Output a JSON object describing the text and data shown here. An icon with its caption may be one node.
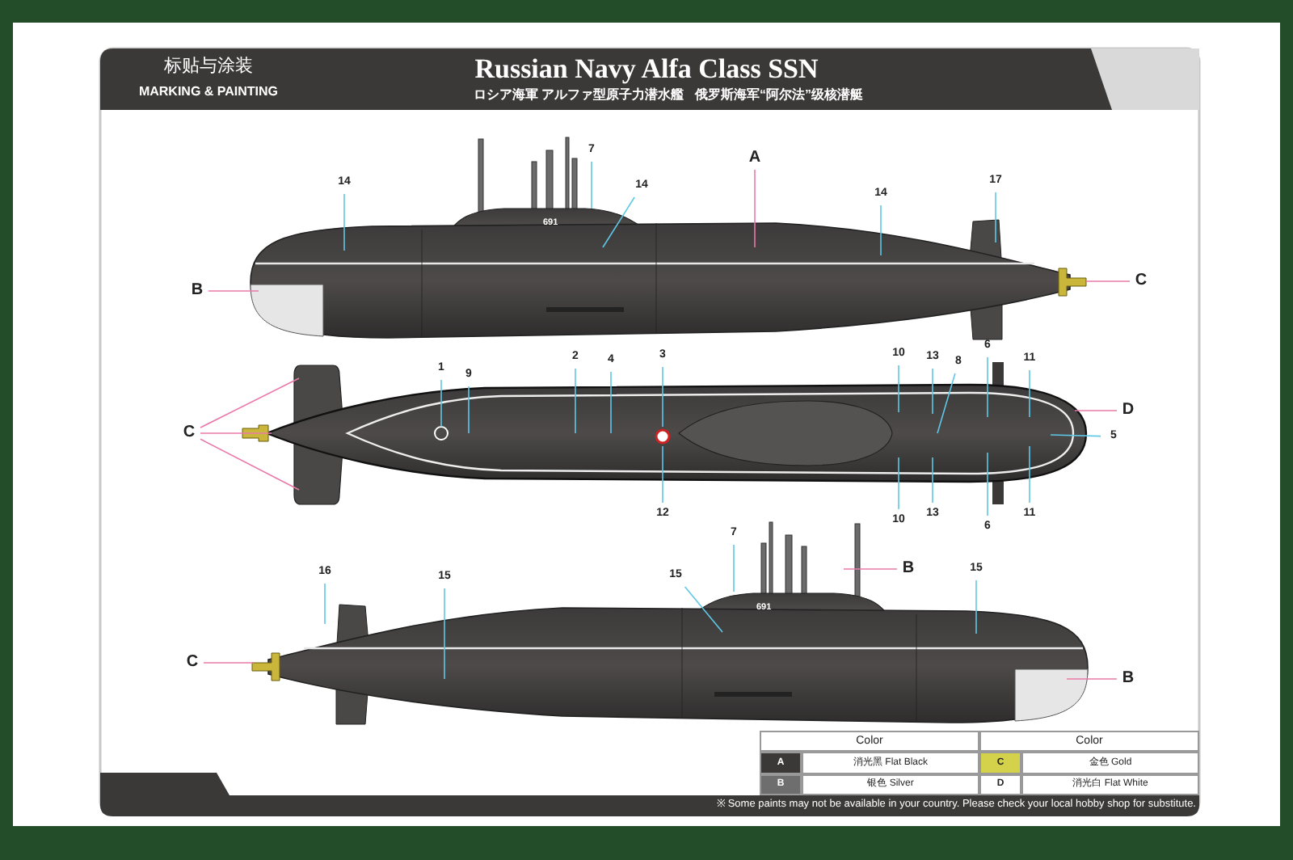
{
  "diagram": {
    "title": "Russian Navy Alfa Class SSN",
    "nodes": [
      {
        "text": [
          "7"
        ]
      },
      {
        "text": [
          "A"
        ]
      },
      {
        "text": [
          "14"
        ]
      },
      {
        "text": [
          "17"
        ]
      },
      {
        "text": [
          "14"
        ]
      },
      {
        "text": [
          "14"
        ]
      },
      {
        "text": [
          "C"
        ]
      },
      {
        "text": [
          "B"
        ]
      },
      {
        "text": [
          "6"
        ]
      },
      {
        "text": [
          "3"
        ]
      },
      {
        "text": [
          "10"
        ]
      },
      {
        "text": [
          "2"
        ]
      },
      {
        "text": [
          "13"
        ]
      },
      {
        "text": [
          "11"
        ]
      },
      {
        "text": [
          "4"
        ]
      },
      {
        "text": [
          "8"
        ]
      },
      {
        "text": [
          "1"
        ]
      },
      {
        "text": [
          "9"
        ]
      },
      {
        "text": [
          "D"
        ]
      },
      {
        "text": [
          "C"
        ]
      },
      {
        "text": [
          "5"
        ]
      },
      {
        "text": [
          "12"
        ]
      },
      {
        "text": [
          "13"
        ]
      },
      {
        "text": [
          "11"
        ]
      },
      {
        "text": [
          "10"
        ]
      },
      {
        "text": [
          "6"
        ]
      },
      {
        "text": [
          "7"
        ]
      },
      {
        "text": [
          "B"
        ]
      },
      {
        "text": [
          "15"
        ]
      },
      {
        "text": [
          "16"
        ]
      },
      {
        "text": [
          "15"
        ]
      },
      {
        "text": [
          "15"
        ]
      },
      {
        "text": [
          "C"
        ]
      },
      {
        "text": [
          "B"
        ]
      }
    ],
    "edges": [
      {
        "from": 0,
        "to": null,
        "arrow": "none"
      },
      {
        "from": 1,
        "to": null,
        "arrow": "none",
        "color": "#e87aa8"
      },
      {
        "from": 2,
        "to": null,
        "arrow": "none"
      },
      {
        "from": 3,
        "to": null,
        "arrow": "none"
      },
      {
        "from": 4,
        "to": null,
        "arrow": "none"
      },
      {
        "from": 5,
        "to": null,
        "arrow": "none"
      },
      {
        "from": 6,
        "to": null,
        "arrow": "none",
        "color": "#e87aa8"
      },
      {
        "from": 7,
        "to": null,
        "arrow": "none",
        "color": "#e87aa8"
      },
      {
        "from": 8,
        "to": null,
        "arrow": "none"
      },
      {
        "from": 9,
        "to": null,
        "arrow": "none"
      },
      {
        "from": 10,
        "to": null,
        "arrow": "none"
      },
      {
        "from": 11,
        "to": null,
        "arrow": "none"
      },
      {
        "from": 12,
        "to": null,
        "arrow": "none"
      },
      {
        "from": 13,
        "to": null,
        "arrow": "none"
      },
      {
        "from": 14,
        "to": null,
        "arrow": "none"
      },
      {
        "from": 15,
        "to": null,
        "arrow": "none"
      },
      {
        "from": 16,
        "to": null,
        "arrow": "none"
      },
      {
        "from": 17,
        "to": null,
        "arrow": "none"
      },
      {
        "from": 18,
        "to": null,
        "arrow": "none",
        "color": "#e87aa8"
      },
      {
        "from": 19,
        "to": null,
        "arrow": "none",
        "color": "#e87aa8"
      },
      {
        "from": 19,
        "to": null,
        "arrow": "none",
        "color": "#e87aa8"
      },
      {
        "from": 19,
        "to": null,
        "arrow": "none",
        "color": "#e87aa8"
      },
      {
        "from": 20,
        "to": null,
        "arrow": "none"
      },
      {
        "from": 21,
        "to": null,
        "arrow": "none"
      },
      {
        "from": 22,
        "to": null,
        "arrow": "none"
      },
      {
        "from": 23,
        "to": null,
        "arrow": "none"
      },
      {
        "from": 24,
        "to": null,
        "arrow": "none"
      },
      {
        "from": 25,
        "to": null,
        "arrow": "none"
      },
      {
        "from": 26,
        "to": null,
        "arrow": "none"
      },
      {
        "from": 27,
        "to": null,
        "arrow": "none",
        "color": "#e87aa8"
      },
      {
        "from": 28,
        "to": null,
        "arrow": "none"
      },
      {
        "from": 29,
        "to": null,
        "arrow": "none"
      },
      {
        "from": 30,
        "to": null,
        "arrow": "none"
      },
      {
        "from": 31,
        "to": null,
        "arrow": "none"
      },
      {
        "from": 32,
        "to": null,
        "arrow": "none",
        "color": "#e87aa8"
      },
      {
        "from": 33,
        "to": null,
        "arrow": "none",
        "color": "#e87aa8"
      }
    ],
    "labels": [
      "标贴与涂装",
      "MARKING & PAINTING",
      "ロシア海軍 アルファ型原子力潜水艦",
      "俄罗斯海军“阿尔法”级核潜艇",
      "691",
      "691",
      "Color",
      "Color",
      "A",
      "消光黑 Flat Black",
      "C",
      "金色 Gold",
      "B",
      "银色 Silver",
      "D",
      "消光白 Flat White",
      "※ Some paints may not be available in your country. Please check your local hobby shop for substitute."
    ]
  }
}
